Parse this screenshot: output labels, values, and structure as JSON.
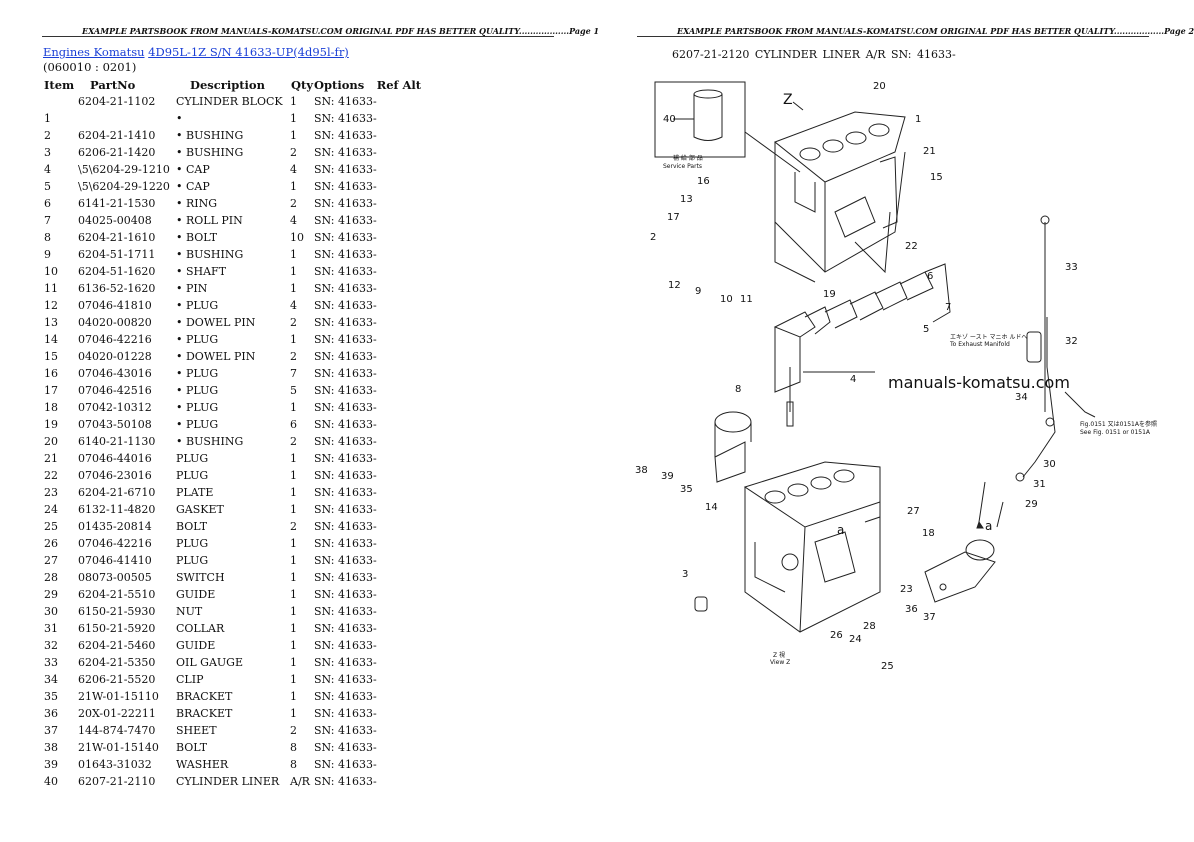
{
  "header": "EXAMPLE PARTSBOOK FROM MANUALS-KOMATSU.COM ORIGINAL PDF HAS BETTER QUALITY..................",
  "page1_label": "Page 1",
  "page2_label": "Page 2",
  "breadcrumb": {
    "link1": "Engines Komatsu",
    "link2": "4D95L-1Z S/N 41633-UP(4d95l-fr)"
  },
  "section_code": "(060010 : 0201)",
  "columns": [
    "Item",
    "PartNo",
    "Description",
    "Qty",
    "Options",
    "Ref Alt"
  ],
  "rows": [
    [
      "",
      "6204-21-1102",
      "CYLINDER BLOCK",
      "1",
      "SN: 41633-"
    ],
    [
      "1",
      "",
      "•",
      "1",
      "SN: 41633-"
    ],
    [
      "2",
      "6204-21-1410",
      "• BUSHING",
      "1",
      "SN: 41633-"
    ],
    [
      "3",
      "6206-21-1420",
      "• BUSHING",
      "2",
      "SN: 41633-"
    ],
    [
      "4",
      "\\5\\6204-29-1210",
      "• CAP",
      "4",
      "SN: 41633-"
    ],
    [
      "5",
      "\\5\\6204-29-1220",
      "• CAP",
      "1",
      "SN: 41633-"
    ],
    [
      "6",
      "6141-21-1530",
      "• RING",
      "2",
      "SN: 41633-"
    ],
    [
      "7",
      "04025-00408",
      "• ROLL PIN",
      "4",
      "SN: 41633-"
    ],
    [
      "8",
      "6204-21-1610",
      "• BOLT",
      "10",
      "SN: 41633-"
    ],
    [
      "9",
      "6204-51-1711",
      "• BUSHING",
      "1",
      "SN: 41633-"
    ],
    [
      "10",
      "6204-51-1620",
      "• SHAFT",
      "1",
      "SN: 41633-"
    ],
    [
      "11",
      "6136-52-1620",
      "• PIN",
      "1",
      "SN: 41633-"
    ],
    [
      "12",
      "07046-41810",
      "• PLUG",
      "4",
      "SN: 41633-"
    ],
    [
      "13",
      "04020-00820",
      "• DOWEL PIN",
      "2",
      "SN: 41633-"
    ],
    [
      "14",
      "07046-42216",
      "• PLUG",
      "1",
      "SN: 41633-"
    ],
    [
      "15",
      "04020-01228",
      "• DOWEL PIN",
      "2",
      "SN: 41633-"
    ],
    [
      "16",
      "07046-43016",
      "• PLUG",
      "7",
      "SN: 41633-"
    ],
    [
      "17",
      "07046-42516",
      "• PLUG",
      "5",
      "SN: 41633-"
    ],
    [
      "18",
      "07042-10312",
      "• PLUG",
      "1",
      "SN: 41633-"
    ],
    [
      "19",
      "07043-50108",
      "• PLUG",
      "6",
      "SN: 41633-"
    ],
    [
      "20",
      "6140-21-1130",
      "• BUSHING",
      "2",
      "SN: 41633-"
    ],
    [
      "21",
      "07046-44016",
      "PLUG",
      "1",
      "SN: 41633-"
    ],
    [
      "22",
      "07046-23016",
      "PLUG",
      "1",
      "SN: 41633-"
    ],
    [
      "23",
      "6204-21-6710",
      "PLATE",
      "1",
      "SN: 41633-"
    ],
    [
      "24",
      "6132-11-4820",
      "GASKET",
      "1",
      "SN: 41633-"
    ],
    [
      "25",
      "01435-20814",
      "BOLT",
      "2",
      "SN: 41633-"
    ],
    [
      "26",
      "07046-42216",
      "PLUG",
      "1",
      "SN: 41633-"
    ],
    [
      "27",
      "07046-41410",
      "PLUG",
      "1",
      "SN: 41633-"
    ],
    [
      "28",
      "08073-00505",
      "SWITCH",
      "1",
      "SN: 41633-"
    ],
    [
      "29",
      "6204-21-5510",
      "GUIDE",
      "1",
      "SN: 41633-"
    ],
    [
      "30",
      "6150-21-5930",
      "NUT",
      "1",
      "SN: 41633-"
    ],
    [
      "31",
      "6150-21-5920",
      "COLLAR",
      "1",
      "SN: 41633-"
    ],
    [
      "32",
      "6204-21-5460",
      "GUIDE",
      "1",
      "SN: 41633-"
    ],
    [
      "33",
      "6204-21-5350",
      "OIL GAUGE",
      "1",
      "SN: 41633-"
    ],
    [
      "34",
      "6206-21-5520",
      "CLIP",
      "1",
      "SN: 41633-"
    ],
    [
      "35",
      "21W-01-15110",
      "BRACKET",
      "1",
      "SN: 41633-"
    ],
    [
      "36",
      "20X-01-22211",
      "BRACKET",
      "1",
      "SN: 41633-"
    ],
    [
      "37",
      "144-874-7470",
      "SHEET",
      "2",
      "SN: 41633-"
    ],
    [
      "38",
      "21W-01-15140",
      "BOLT",
      "8",
      "SN: 41633-"
    ],
    [
      "39",
      "01643-31032",
      "WASHER",
      "8",
      "SN: 41633-"
    ],
    [
      "40",
      "6207-21-2110",
      "CYLINDER LINER",
      "A/R",
      "SN: 41633-"
    ]
  ],
  "page2_title": "6207-21-2120     CYLINDER LINER  A/R SN: 41633-",
  "diagram": {
    "watermark": "manuals-komatsu.com",
    "view_letter": "Z",
    "view_caption_1": "Z 視",
    "view_caption_2": "View Z",
    "service_parts_jp": "補 給 部 品",
    "service_parts_en": "Service Parts",
    "exhaust_jp": "エキゾ ースト マニホ ルドへ",
    "exhaust_en": "To Exhaust Manifold",
    "see_fig_jp": "Fig.0151 又は0151Aを参照",
    "see_fig_en": "See Fig. 0151 or 0151A",
    "arrow_a": "a",
    "callouts": [
      "1",
      "2",
      "3",
      "4",
      "5",
      "6",
      "7",
      "8",
      "9",
      "10",
      "11",
      "12",
      "13",
      "14",
      "15",
      "16",
      "17",
      "18",
      "19",
      "20",
      "21",
      "22",
      "23",
      "24",
      "25",
      "26",
      "27",
      "28",
      "29",
      "30",
      "31",
      "32",
      "33",
      "34",
      "35",
      "36",
      "37",
      "38",
      "39",
      "40"
    ]
  }
}
